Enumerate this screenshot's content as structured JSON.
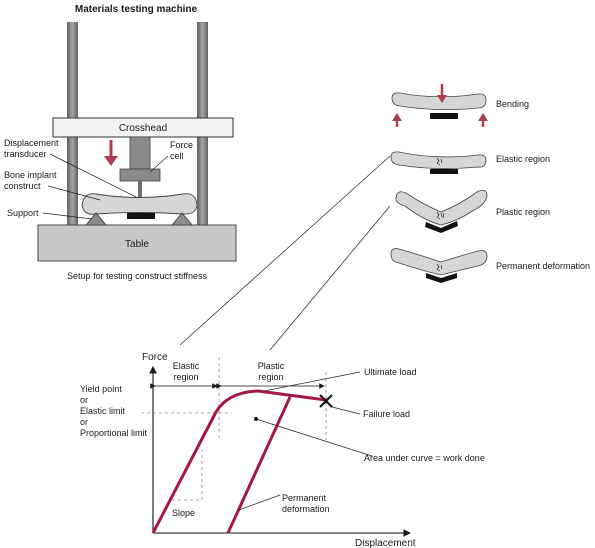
{
  "machine": {
    "title": "Materials testing machine",
    "crosshead": "Crosshead",
    "displacement_transducer": [
      "Displacement",
      "transducer"
    ],
    "force_cell": [
      "Force",
      "cell"
    ],
    "bone_implant": [
      "Bone implant",
      "construct"
    ],
    "support": "Support",
    "table": "Table",
    "caption": "Setup for testing construct stiffness"
  },
  "specimens": [
    {
      "label": "Bending"
    },
    {
      "label": "Elastic region"
    },
    {
      "label": "Plastic region"
    },
    {
      "label": "Permanent deformation"
    }
  ],
  "graph": {
    "y_axis_label": "Force",
    "x_axis_label": "Displacement",
    "elastic_region": [
      "Elastic",
      "region"
    ],
    "plastic_region": [
      "Plastic",
      "region"
    ],
    "yield_point": [
      "Yield point",
      "or",
      "Elastic limit",
      "or",
      "Proportional limit"
    ],
    "slope": "Slope",
    "ultimate_load": "Ultimate load",
    "failure_load": "Failure load",
    "area_under_curve": "Area under curve = work done",
    "permanent_deformation": [
      "Permanent",
      "deformation"
    ]
  },
  "colors": {
    "curve": "#a3174a",
    "arrow": "#b03a4e",
    "steel": "#7d7d7d",
    "table_fill": "#c8c8c8",
    "bone_fill": "#d6d6d6",
    "plate": "#111111",
    "dashed": "#888888"
  }
}
